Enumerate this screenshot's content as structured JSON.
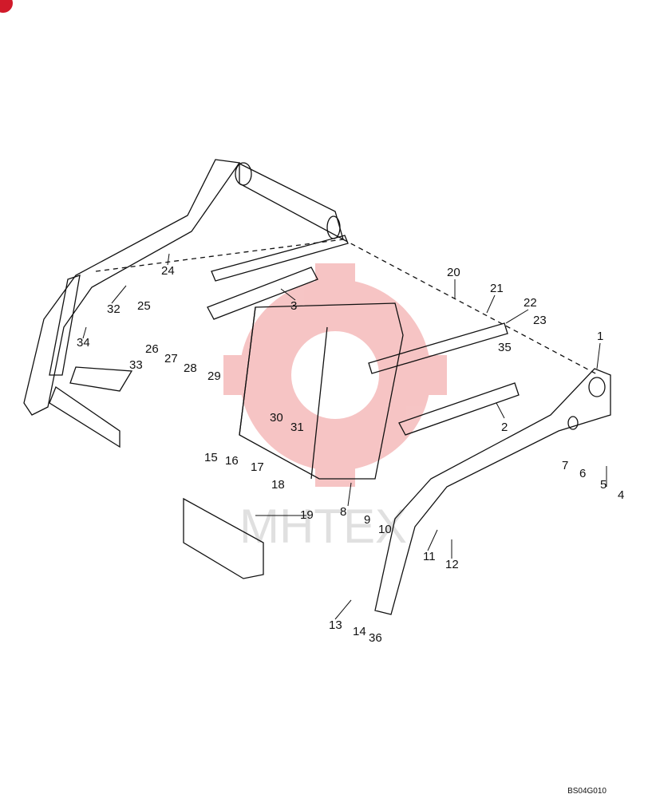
{
  "watermark_text": "MHTEX",
  "drawing_ref": "BS04G010",
  "colors": {
    "line": "#111111",
    "watermark": "#e65a5a",
    "badge": "#d11a2a"
  },
  "callouts": [
    "1",
    "2",
    "3",
    "4",
    "5",
    "6",
    "7",
    "8",
    "9",
    "10",
    "11",
    "12",
    "13",
    "14",
    "15",
    "16",
    "17",
    "18",
    "19",
    "20",
    "21",
    "22",
    "23",
    "24",
    "25",
    "26",
    "27",
    "28",
    "29",
    "30",
    "31",
    "32",
    "33",
    "34",
    "35",
    "36"
  ]
}
